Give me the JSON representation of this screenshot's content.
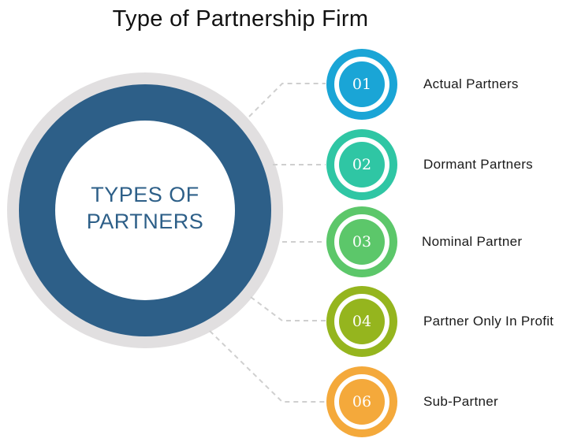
{
  "title": "Type of Partnership Firm",
  "hub": {
    "line1": "TYPES OF",
    "line2": "PARTNERS",
    "colors": {
      "outer": "#e1dfe0",
      "ring": "#2d5f88",
      "center": "#ffffff",
      "text": "#2d5f88"
    }
  },
  "items": [
    {
      "number": "01",
      "label": "Actual Partners",
      "color": "#1aa5d6"
    },
    {
      "number": "02",
      "label": "Dormant Partners",
      "color": "#2fc6a4"
    },
    {
      "number": "03",
      "label": "Nominal Partner",
      "color": "#5cc76a"
    },
    {
      "number": "04",
      "label": "Partner Only In Profit",
      "color": "#95b51e"
    },
    {
      "number": "06",
      "label": "Sub-Partner",
      "color": "#f4a93b"
    }
  ],
  "connector_color": "#cfcfcf"
}
